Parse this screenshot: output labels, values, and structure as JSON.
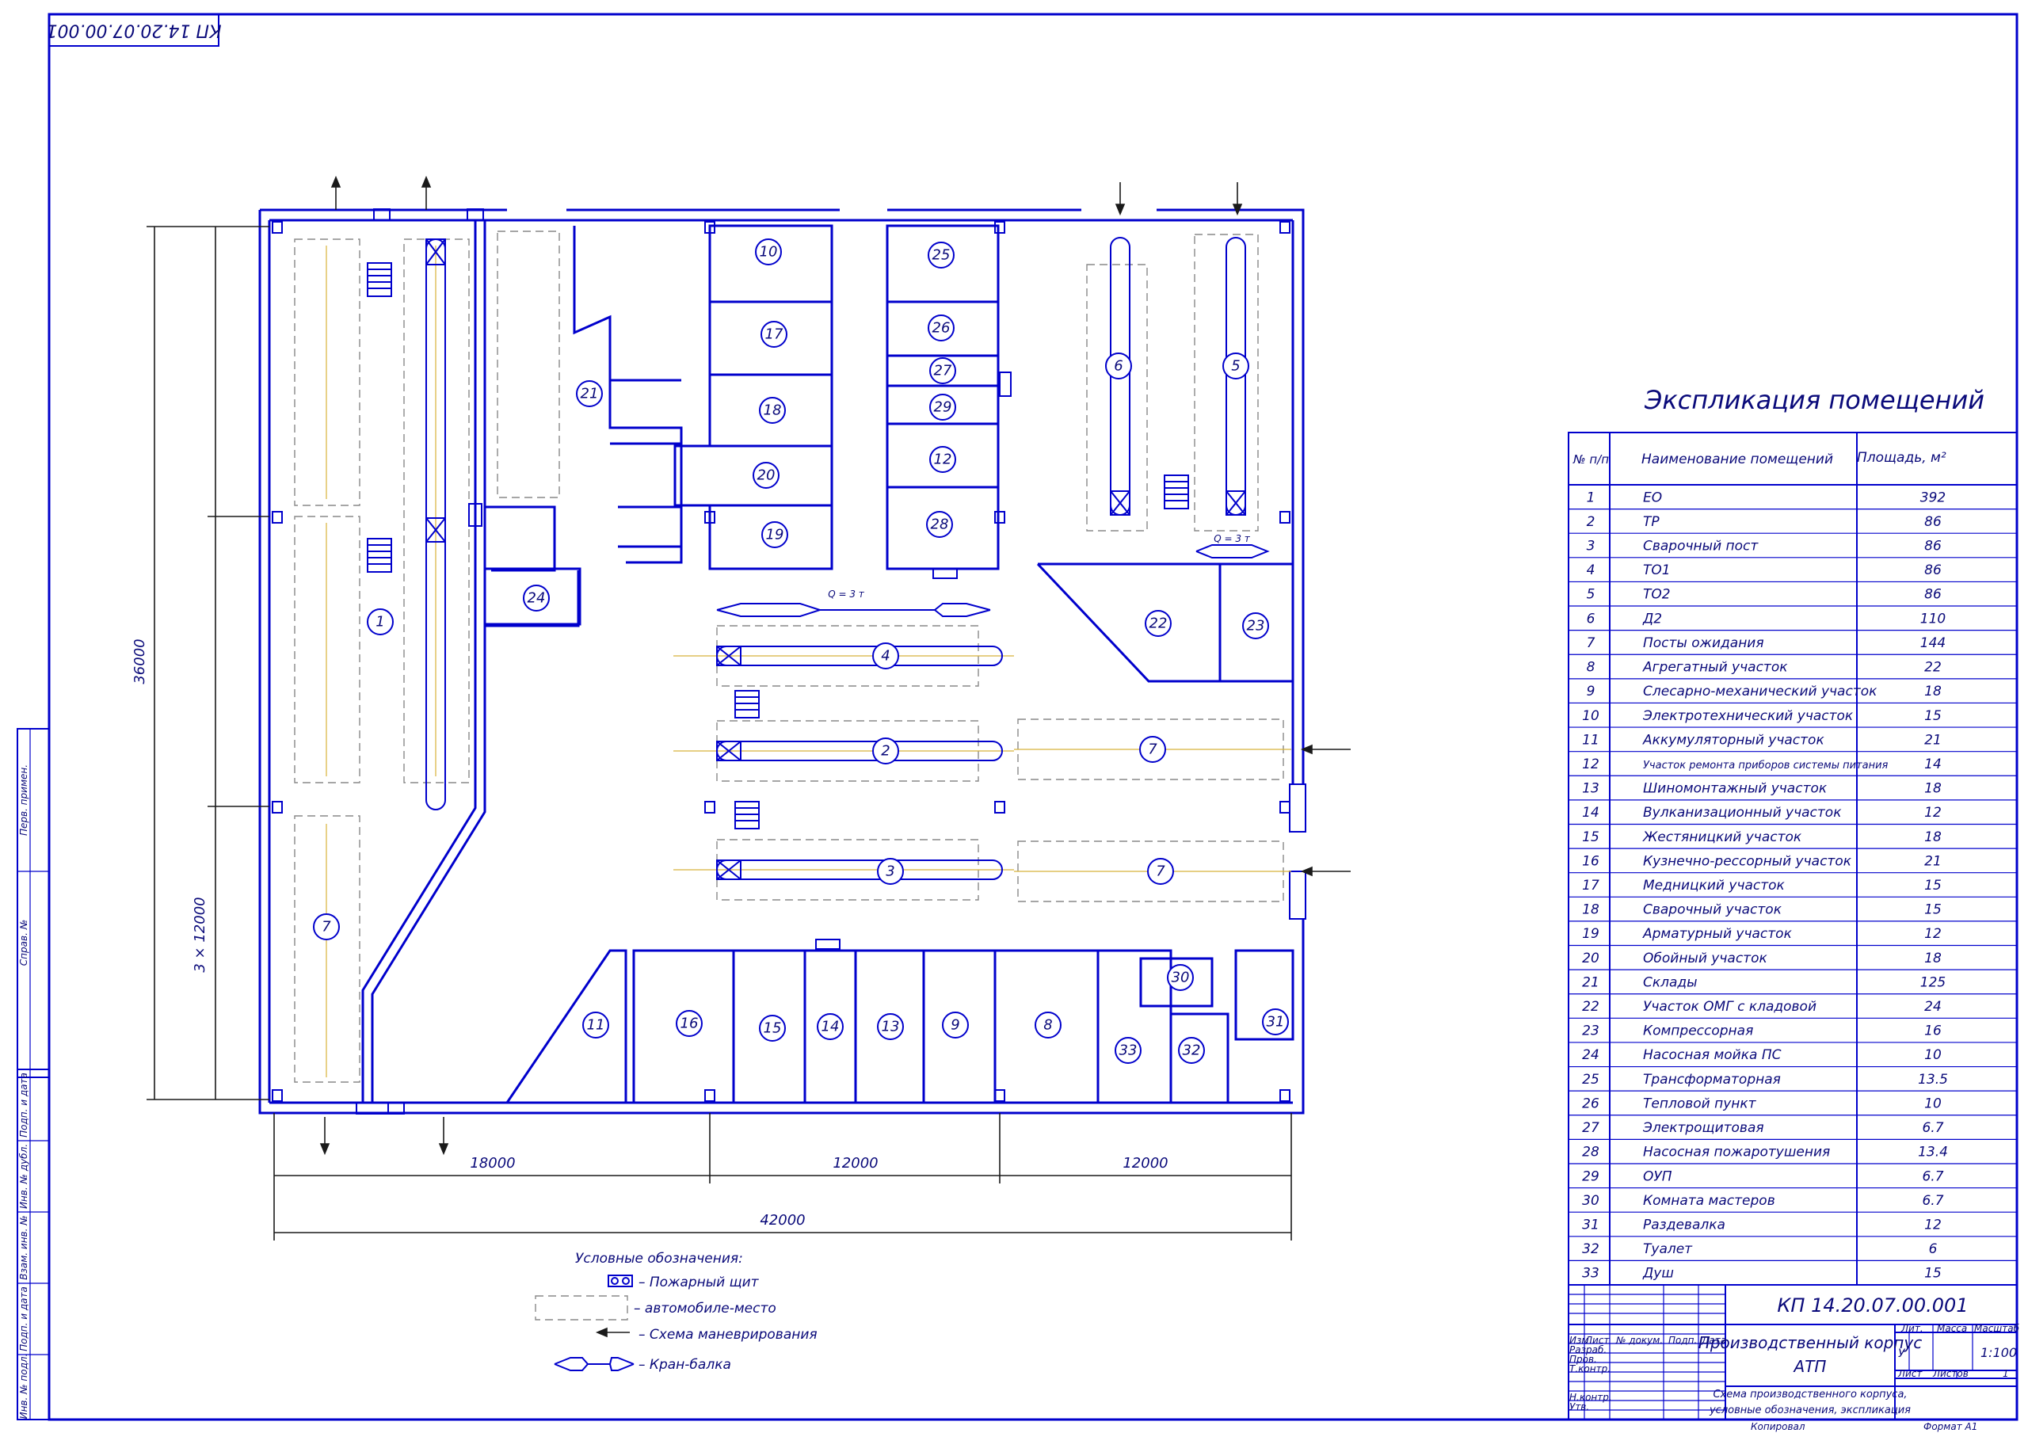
{
  "drawing": {
    "stamp_code_rotated": "КП 14.20.07.00.001",
    "side_labels": [
      "Перв. примен.",
      "Справ. №",
      "Подп. и дата",
      "Инв. № дубл.",
      "Взам. инв. №",
      "Подп. и дата",
      "Инв. № подл."
    ]
  },
  "plan": {
    "dimensions": {
      "bottom_segments": [
        "18000",
        "12000",
        "12000"
      ],
      "bottom_total": "42000",
      "left_total": "36000",
      "left_bays": "3 × 12000"
    },
    "crane_labels": [
      "Q = 3 т",
      "Q = 3 т"
    ],
    "room_numbers": [
      "1",
      "2",
      "3",
      "4",
      "5",
      "6",
      "7",
      "7",
      "7",
      "8",
      "9",
      "10",
      "11",
      "12",
      "13",
      "14",
      "15",
      "16",
      "17",
      "18",
      "19",
      "20",
      "21",
      "22",
      "23",
      "24",
      "25",
      "26",
      "27",
      "28",
      "29",
      "30",
      "31",
      "32",
      "33"
    ]
  },
  "legend": {
    "title": "Условные обозначения:",
    "items": [
      {
        "symbol": "fire-panel",
        "label": "– Пожарный щит"
      },
      {
        "symbol": "car-place",
        "label": "– автомобиле-место"
      },
      {
        "symbol": "maneuver",
        "label": "– Схема маневрирования"
      },
      {
        "symbol": "crane",
        "label": "– Кран-балка"
      }
    ]
  },
  "explication": {
    "title": "Экспликация помещений",
    "headers": [
      "№ п/п",
      "Наименование помещений",
      "Площадь, м²"
    ],
    "rows": [
      {
        "n": "1",
        "name": "ЕО",
        "area": "392"
      },
      {
        "n": "2",
        "name": "ТР",
        "area": "86"
      },
      {
        "n": "3",
        "name": "Сварочный пост",
        "area": "86"
      },
      {
        "n": "4",
        "name": "ТО1",
        "area": "86"
      },
      {
        "n": "5",
        "name": "ТО2",
        "area": "86"
      },
      {
        "n": "6",
        "name": "Д2",
        "area": "110"
      },
      {
        "n": "7",
        "name": "Посты ожидания",
        "area": "144"
      },
      {
        "n": "8",
        "name": "Агрегатный участок",
        "area": "22"
      },
      {
        "n": "9",
        "name": "Слесарно-механический участок",
        "area": "18"
      },
      {
        "n": "10",
        "name": "Электротехнический участок",
        "area": "15"
      },
      {
        "n": "11",
        "name": "Аккумуляторный участок",
        "area": "21"
      },
      {
        "n": "12",
        "name": "Участок ремонта приборов системы питания",
        "area": "14"
      },
      {
        "n": "13",
        "name": "Шиномонтажный участок",
        "area": "18"
      },
      {
        "n": "14",
        "name": "Вулканизационный участок",
        "area": "12"
      },
      {
        "n": "15",
        "name": "Жестяницкий участок",
        "area": "18"
      },
      {
        "n": "16",
        "name": "Кузнечно-рессорный участок",
        "area": "21"
      },
      {
        "n": "17",
        "name": "Медницкий участок",
        "area": "15"
      },
      {
        "n": "18",
        "name": "Сварочный участок",
        "area": "15"
      },
      {
        "n": "19",
        "name": "Арматурный участок",
        "area": "12"
      },
      {
        "n": "20",
        "name": "Обойный участок",
        "area": "18"
      },
      {
        "n": "21",
        "name": "Склады",
        "area": "125"
      },
      {
        "n": "22",
        "name": "Участок ОМГ с кладовой",
        "area": "24"
      },
      {
        "n": "23",
        "name": "Компрессорная",
        "area": "16"
      },
      {
        "n": "24",
        "name": "Насосная мойка ПС",
        "area": "10"
      },
      {
        "n": "25",
        "name": "Трансформаторная",
        "area": "13.5"
      },
      {
        "n": "26",
        "name": "Тепловой пункт",
        "area": "10"
      },
      {
        "n": "27",
        "name": "Электрощитовая",
        "area": "6.7"
      },
      {
        "n": "28",
        "name": "Насосная пожаротушения",
        "area": "13.4"
      },
      {
        "n": "29",
        "name": "ОУП",
        "area": "6.7"
      },
      {
        "n": "30",
        "name": "Комната мастеров",
        "area": "6.7"
      },
      {
        "n": "31",
        "name": "Раздевалка",
        "area": "12"
      },
      {
        "n": "32",
        "name": "Туалет",
        "area": "6"
      },
      {
        "n": "33",
        "name": "Душ",
        "area": "15"
      }
    ]
  },
  "title_block": {
    "code": "КП 14.20.07.00.001",
    "title_line1": "Производственный корпус",
    "title_line2": "АТП",
    "subtitle_line1": "Схема производственного корпуса,",
    "subtitle_line2": "условные обозначения, экспликация",
    "col_izm": "Изм",
    "col_list": "Лист",
    "col_doc": "№ докум.",
    "col_podp": "Подп.",
    "col_data": "Дата",
    "row_razrab": "Разраб.",
    "row_prov": "Пров.",
    "row_tkontr": "Т.контр.",
    "row_nkontr": "Н.контр.",
    "row_utv": "Утв.",
    "lit": "Лит.",
    "massa": "Масса",
    "masshtab": "Масштаб",
    "lit_value": "У",
    "scale_value": "1:100",
    "list_label": "Лист",
    "listov_label": "Листов",
    "listov_value": "1",
    "kopiroval": "Копировал",
    "format": "Формат А1"
  }
}
